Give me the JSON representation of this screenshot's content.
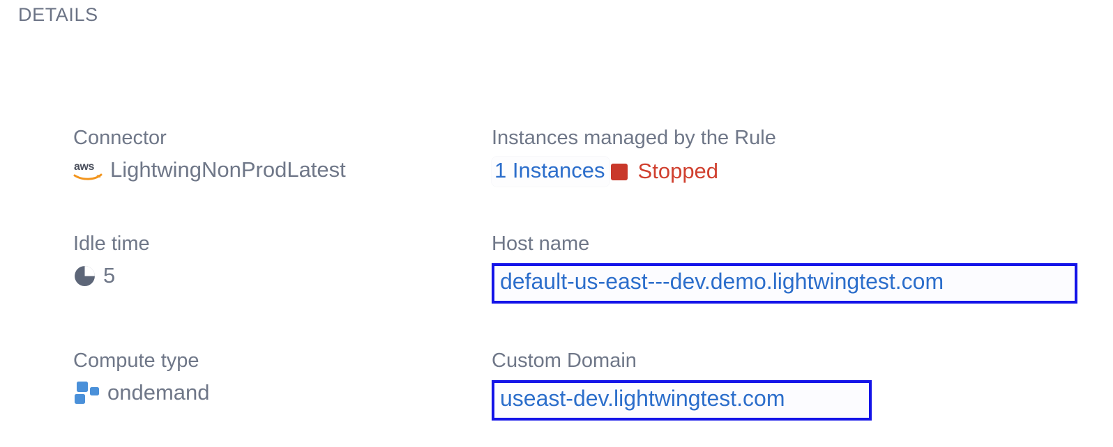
{
  "section": {
    "title": "DETAILS"
  },
  "fields": {
    "connector": {
      "label": "Connector",
      "value": "LightwingNonProdLatest",
      "icon": "aws-logo-icon"
    },
    "instances": {
      "label": "Instances managed by the Rule",
      "link_text": "1 Instances",
      "status_text": "Stopped",
      "status_icon": "stopped-square-icon",
      "status_color": "#d0402f",
      "link_color": "#2c6ecb"
    },
    "idle_time": {
      "label": "Idle time",
      "value": "5",
      "icon": "clock-pie-icon"
    },
    "host_name": {
      "label": "Host name",
      "value": "default-us-east---dev.demo.lightwingtest.com",
      "highlight_color": "#1414e8"
    },
    "compute_type": {
      "label": "Compute type",
      "value": "ondemand",
      "icon": "compute-blocks-icon"
    },
    "custom_domain": {
      "label": "Custom Domain",
      "value": "useast-dev.lightwingtest.com",
      "highlight_color": "#1414e8"
    }
  },
  "colors": {
    "label_text": "#6f7788",
    "heading_text": "#6b7385",
    "link_blue": "#2c6ecb",
    "highlight_blue": "#1414e8",
    "status_red": "#d0402f",
    "icon_blue": "#4a90d9",
    "aws_orange": "#f2951d"
  }
}
